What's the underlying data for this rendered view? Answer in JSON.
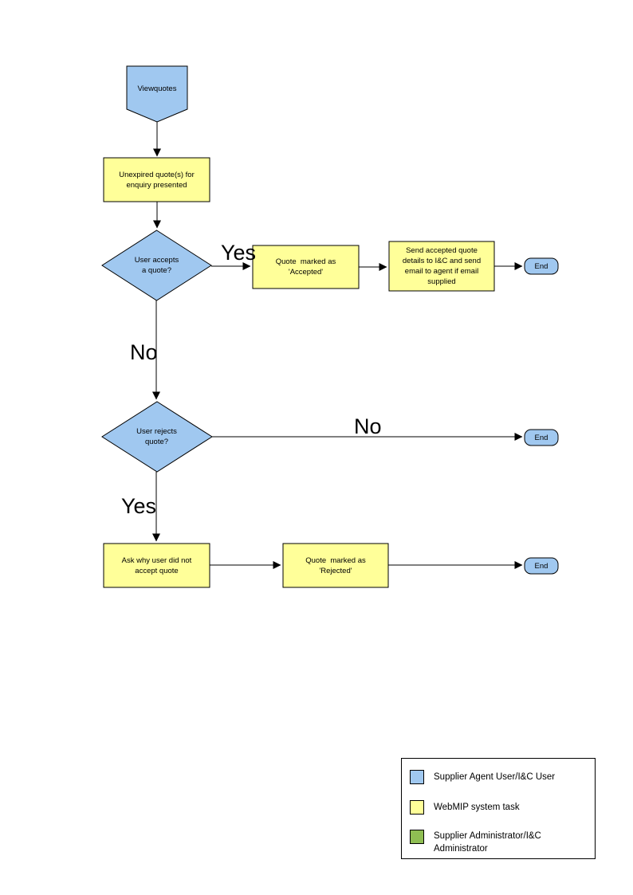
{
  "colors": {
    "user_shape_fill": "#A0C8F0",
    "system_shape_fill": "#FFFF99",
    "admin_shape_fill": "#8FBE53",
    "shape_border": "#000000",
    "page_background": "#FFFFFF"
  },
  "flowchart": {
    "nodes": {
      "viewquotes": {
        "lines": [
          "Viewquotes"
        ]
      },
      "unexpired_quotes": {
        "lines": [
          "Unexpired quote(s) for",
          "enquiry presented"
        ]
      },
      "user_accepts": {
        "lines": [
          "User accepts",
          "a quote?"
        ]
      },
      "marked_accepted": {
        "lines": [
          "Quote  marked as",
          "'Accepted'"
        ]
      },
      "send_details": {
        "lines": [
          "Send accepted quote",
          "details to I&C and send",
          "email to agent if email",
          "supplied"
        ]
      },
      "end_accept": {
        "label": "End"
      },
      "user_rejects": {
        "lines": [
          "User rejects",
          "quote?"
        ]
      },
      "end_reject_no": {
        "label": "End"
      },
      "ask_why": {
        "lines": [
          "Ask why user did not",
          "accept quote"
        ]
      },
      "marked_rejected": {
        "lines": [
          "Quote  marked as",
          "'Rejected'"
        ]
      },
      "end_reject": {
        "label": "End"
      }
    },
    "edge_labels": {
      "accepts_yes": "Yes",
      "accepts_no": "No",
      "rejects_no": "No",
      "rejects_yes": "Yes"
    },
    "edges": [
      {
        "from": "viewquotes",
        "to": "unexpired_quotes",
        "label": ""
      },
      {
        "from": "unexpired_quotes",
        "to": "user_accepts",
        "label": ""
      },
      {
        "from": "user_accepts",
        "to": "marked_accepted",
        "label": "Yes"
      },
      {
        "from": "marked_accepted",
        "to": "send_details",
        "label": ""
      },
      {
        "from": "send_details",
        "to": "end_accept",
        "label": ""
      },
      {
        "from": "user_accepts",
        "to": "user_rejects",
        "label": "No"
      },
      {
        "from": "user_rejects",
        "to": "end_reject_no",
        "label": "No"
      },
      {
        "from": "user_rejects",
        "to": "ask_why",
        "label": "Yes"
      },
      {
        "from": "ask_why",
        "to": "marked_rejected",
        "label": ""
      },
      {
        "from": "marked_rejected",
        "to": "end_reject",
        "label": ""
      }
    ]
  },
  "legend": {
    "items": [
      {
        "color": "#A0C8F0",
        "label": "Supplier Agent User/I&C User"
      },
      {
        "color": "#FFFF99",
        "label": "WebMIP system task"
      },
      {
        "color": "#8FBE53",
        "label": "Supplier Administrator/I&C Administrator"
      }
    ]
  }
}
